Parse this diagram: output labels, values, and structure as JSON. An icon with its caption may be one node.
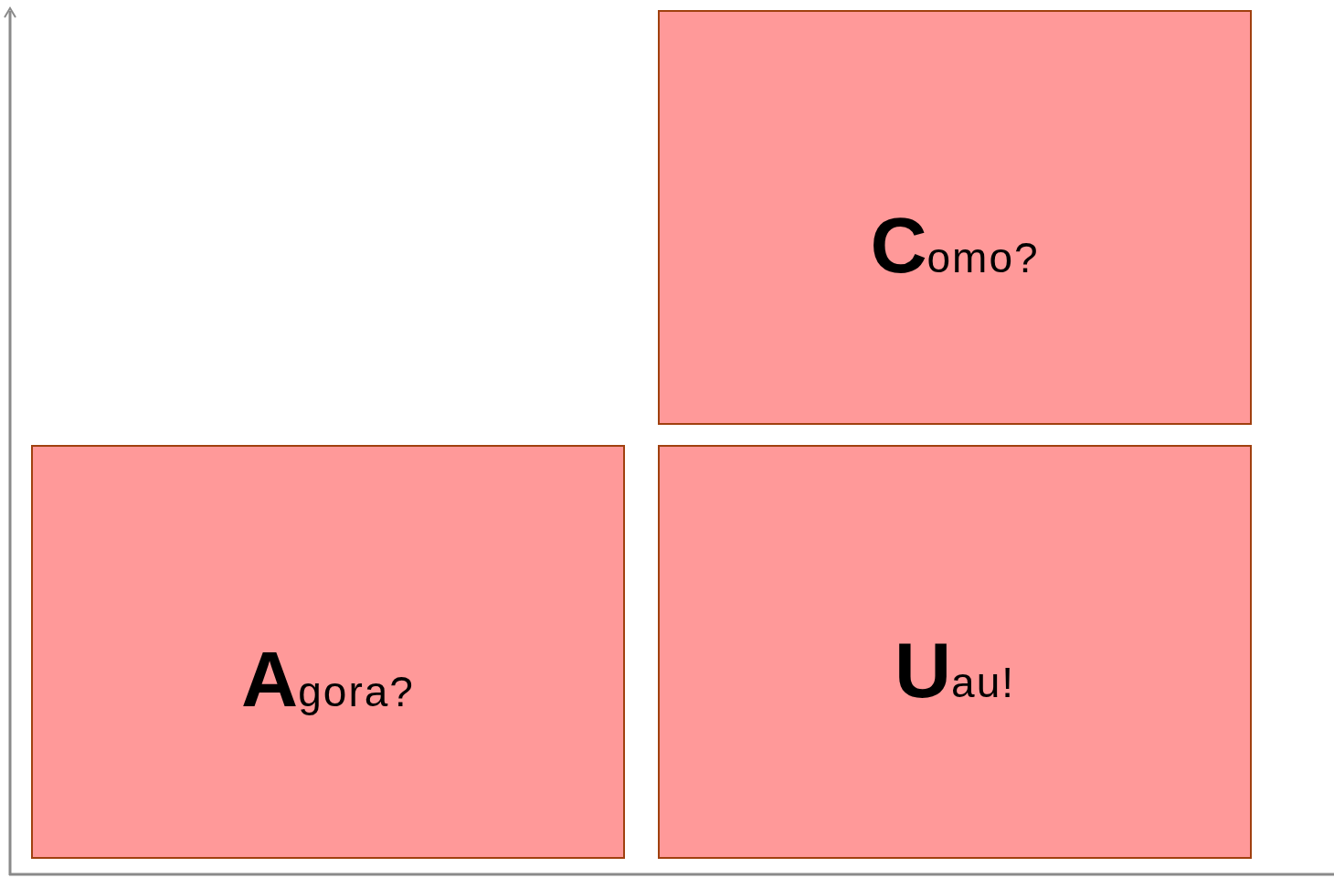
{
  "diagram": {
    "nodes": [
      {
        "text": [
          "**C**omo?"
        ]
      },
      {
        "text": [
          "**A**gora?"
        ]
      },
      {
        "text": [
          "**U**au!"
        ]
      }
    ]
  }
}
